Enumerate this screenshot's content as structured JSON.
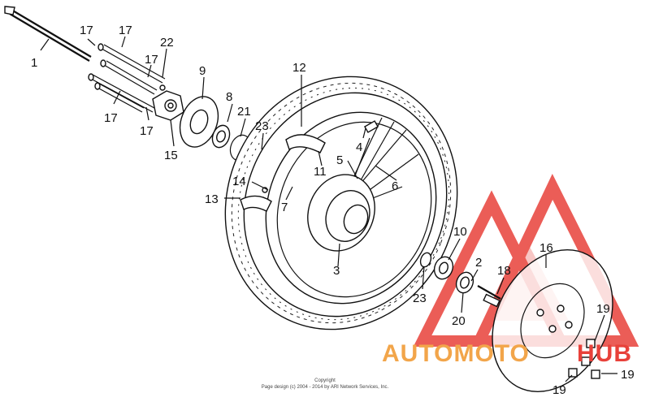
{
  "callouts": [
    "1",
    "17",
    "17",
    "22",
    "17",
    "17",
    "17",
    "9",
    "8",
    "21",
    "23",
    "15",
    "12",
    "4",
    "5",
    "11",
    "6",
    "14",
    "13",
    "7",
    "3",
    "10",
    "2",
    "18",
    "16",
    "23",
    "20",
    "19",
    "19",
    "19"
  ],
  "copyright": {
    "line1": "Copyright",
    "line2": "Page design (c) 2004 - 2014 by ARI Network Services, Inc."
  },
  "watermark": {
    "part1": "AUTOMOTO",
    "part2": "HUB",
    "color_primary": "#e8413a",
    "color_secondary": "#f2a54a"
  }
}
